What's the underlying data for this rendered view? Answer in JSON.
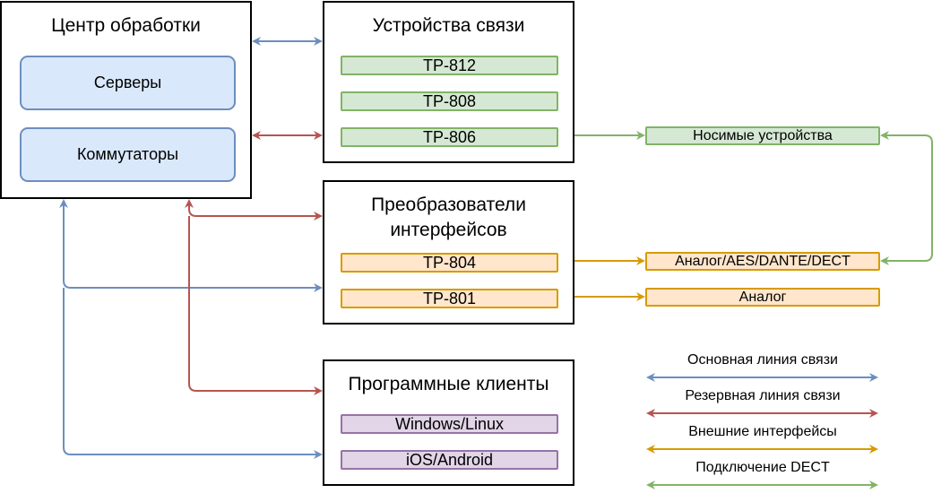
{
  "colors": {
    "primary": "#6c8ebf",
    "backup": "#b85450",
    "external": "#d79b00",
    "dect": "#82b366"
  },
  "processing_center": {
    "title": "Центр обработки",
    "servers": "Серверы",
    "switches": "Коммутаторы"
  },
  "comm_devices": {
    "title": "Устройства связи",
    "items": [
      "TP-812",
      "TP-808",
      "TP-806"
    ]
  },
  "converters": {
    "title_line1": "Преобразователи",
    "title_line2": "интерфейсов",
    "items": [
      "TP-804",
      "TP-801"
    ]
  },
  "software_clients": {
    "title": "Программные клиенты",
    "items": [
      "Windows/Linux",
      "iOS/Android"
    ]
  },
  "external_devices": {
    "wearables": "Носимые устройства",
    "analog_aes": "Аналог/AES/DANTE/DECT",
    "analog": "Аналог"
  },
  "legend": {
    "primary": "Основная линия связи",
    "backup": "Резервная линия связи",
    "external": "Внешние интерфейсы",
    "dect": "Подключение DECT"
  }
}
